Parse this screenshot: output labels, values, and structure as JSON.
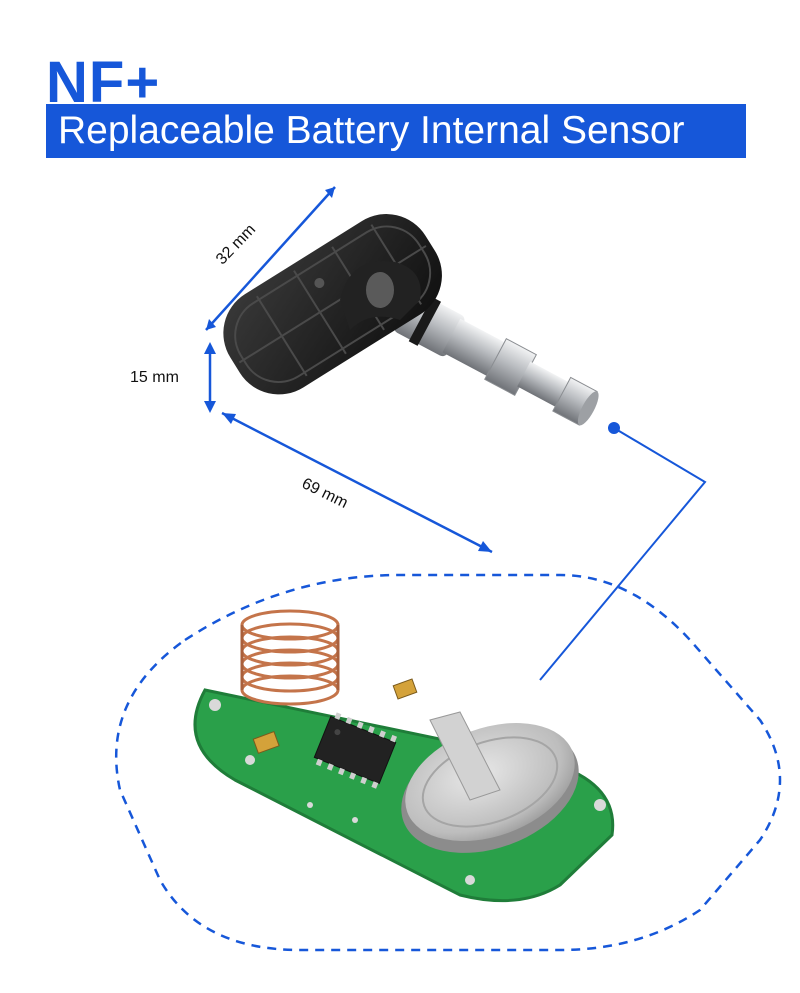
{
  "header": {
    "title": "NF+",
    "subtitle": "Replaceable Battery Internal Sensor"
  },
  "dimensions": {
    "length": "32 mm",
    "height": "15 mm",
    "width": "69 mm"
  },
  "colors": {
    "accent": "#1657d9",
    "pcb": "#2aa04a",
    "sensor_body": "#1b1b1b",
    "valve": "#c9ccd0",
    "battery": "#c7c7c7",
    "coil": "#c4744a"
  },
  "icons": {
    "callout": "dashed-outline",
    "connector": "dot-line"
  }
}
